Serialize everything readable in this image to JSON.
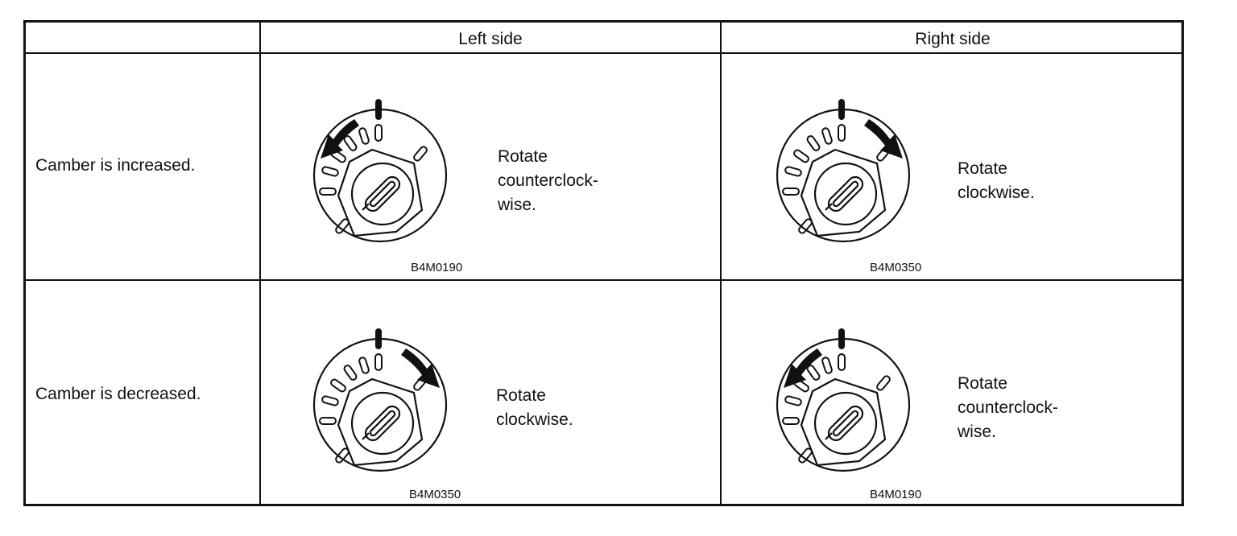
{
  "headers": {
    "blank": "",
    "left": "Left side",
    "right": "Right side"
  },
  "rows": [
    {
      "label": "Camber is increased.",
      "left": {
        "instruction_line1": "Rotate counterclock-",
        "instruction_line2": "wise.",
        "code": "B4M0190",
        "arrow": "counterclockwise"
      },
      "right": {
        "instruction_line1": "Rotate clockwise.",
        "instruction_line2": "",
        "code": "B4M0350",
        "arrow": "clockwise"
      }
    },
    {
      "label": "Camber is decreased.",
      "left": {
        "instruction_line1": "Rotate clockwise.",
        "instruction_line2": "",
        "code": "B4M0350",
        "arrow": "clockwise"
      },
      "right": {
        "instruction_line1": "Rotate counterclock-",
        "instruction_line2": "wise.",
        "code": "B4M0190",
        "arrow": "counterclockwise"
      }
    }
  ]
}
